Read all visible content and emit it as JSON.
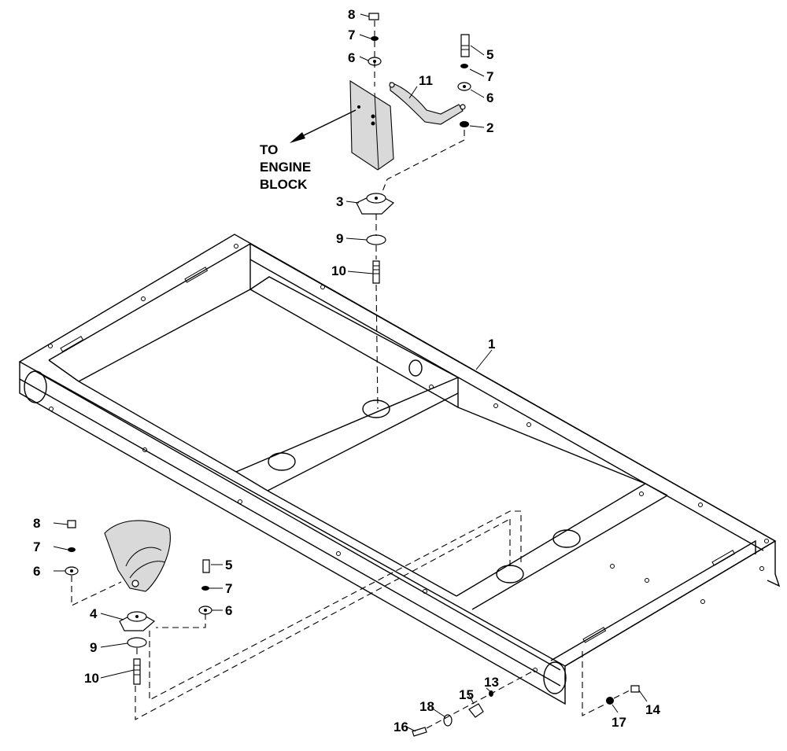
{
  "callouts": [
    {
      "id": "c8a",
      "text": "8"
    },
    {
      "id": "c7a",
      "text": "7"
    },
    {
      "id": "c6a",
      "text": "6"
    },
    {
      "id": "c5a",
      "text": "5"
    },
    {
      "id": "c7b",
      "text": "7"
    },
    {
      "id": "c6b",
      "text": "6"
    },
    {
      "id": "c11",
      "text": "11"
    },
    {
      "id": "c2",
      "text": "2"
    },
    {
      "id": "c3",
      "text": "3"
    },
    {
      "id": "c9a",
      "text": "9"
    },
    {
      "id": "c10a",
      "text": "10"
    },
    {
      "id": "c1",
      "text": "1"
    },
    {
      "id": "c8b",
      "text": "8"
    },
    {
      "id": "c7c",
      "text": "7"
    },
    {
      "id": "c6c",
      "text": "6"
    },
    {
      "id": "c5b",
      "text": "5"
    },
    {
      "id": "c7d",
      "text": "7"
    },
    {
      "id": "c6d",
      "text": "6"
    },
    {
      "id": "c4",
      "text": "4"
    },
    {
      "id": "c9b",
      "text": "9"
    },
    {
      "id": "c10b",
      "text": "10"
    },
    {
      "id": "c13",
      "text": "13"
    },
    {
      "id": "c15",
      "text": "15"
    },
    {
      "id": "c18",
      "text": "18"
    },
    {
      "id": "c16",
      "text": "16"
    },
    {
      "id": "c14",
      "text": "14"
    },
    {
      "id": "c17",
      "text": "17"
    }
  ],
  "note": [
    "TO",
    "ENGINE",
    "BLOCK"
  ]
}
